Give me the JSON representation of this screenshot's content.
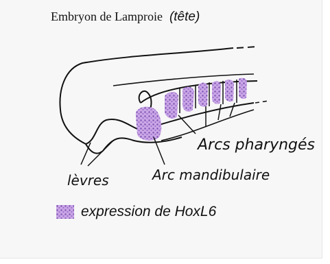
{
  "title": "Embryon de Lamproie",
  "subtitle": "(tête)",
  "labels": {
    "arcs_pharynges": "Arcs pharyngés",
    "arc_mandibulaire": "Arc mandibulaire",
    "levres": "lèvres"
  },
  "legend": {
    "text": "expression de HoxL6",
    "swatch_color": "#b58fd4",
    "swatch_dot_color": "#7b4fb0"
  },
  "colors": {
    "line": "#111111",
    "expression": "#b58fd4",
    "expression_dots": "#7b4fb0"
  }
}
